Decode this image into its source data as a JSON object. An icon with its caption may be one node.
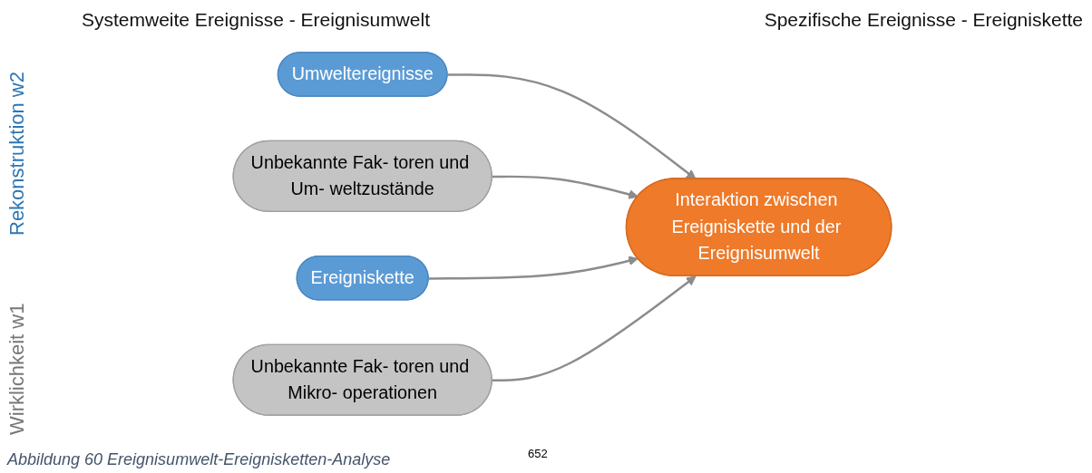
{
  "diagram": {
    "caption": "Abbildung 60 Ereignisumwelt-Ereignisketten-Analyse",
    "nodes": [
      {
        "text": [
          "Umweltereignisse"
        ]
      },
      {
        "text": [
          "Unbekannte Fak- toren und Um- weltzustände"
        ]
      },
      {
        "text": [
          "Interaktion zwischen Ereigniskette und der Ereignisumwelt"
        ]
      },
      {
        "text": [
          "Ereigniskette"
        ]
      },
      {
        "text": [
          "Unbekannte Fak- toren und Mikro- operationen"
        ]
      }
    ],
    "edges": [
      {
        "from": 0,
        "to": 2,
        "arrow": "to"
      },
      {
        "from": 1,
        "to": 2,
        "arrow": "to"
      },
      {
        "from": 3,
        "to": 2,
        "arrow": "to"
      },
      {
        "from": 4,
        "to": 2,
        "arrow": "to"
      }
    ],
    "labels": [
      "Systemweite Ereignisse - Ereignisumwelt",
      "Spezifische Ereignisse - Ereigniskette",
      "Rekonstruktion w2",
      "Wirklichkeit w1",
      "652"
    ]
  }
}
